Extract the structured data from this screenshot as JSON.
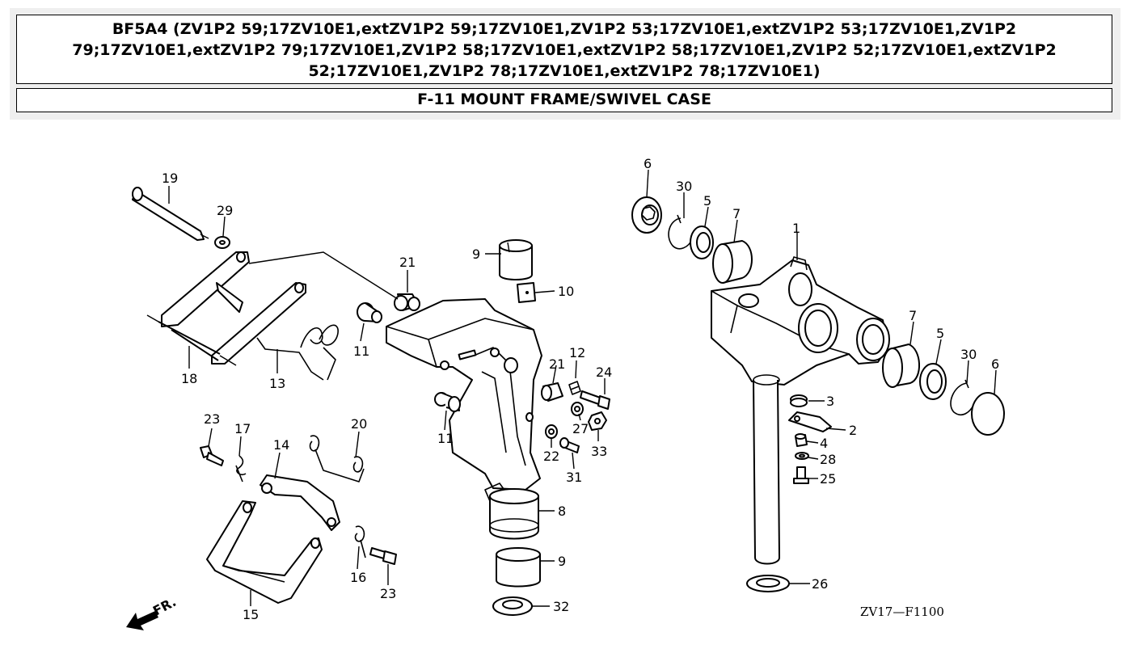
{
  "header": {
    "title": "BF5A4 (ZV1P2 59;17ZV10E1,extZV1P2 59;17ZV10E1,ZV1P2 53;17ZV10E1,extZV1P2 53;17ZV10E1,ZV1P2 79;17ZV10E1,extZV1P2 79;17ZV10E1,ZV1P2 58;17ZV10E1,extZV1P2 58;17ZV10E1,ZV1P2 52;17ZV10E1,extZV1P2 52;17ZV10E1,ZV1P2 78;17ZV10E1,extZV1P2 78;17ZV10E1)",
    "section": "F-11 MOUNT FRAME/SWIVEL CASE"
  },
  "diagram": {
    "code": "ZV17—F1100",
    "front_label": "FR.",
    "callouts": {
      "c19": "19",
      "c29": "29",
      "c18": "18",
      "c13": "13",
      "c11a": "11",
      "c21a": "21",
      "c9a": "9",
      "c10": "10",
      "c21b": "21",
      "c12": "12",
      "c24": "24",
      "c27": "27",
      "c33": "33",
      "c22": "22",
      "c31": "31",
      "c11b": "11",
      "c8": "8",
      "c9b": "9",
      "c32": "32",
      "c23a": "23",
      "c17": "17",
      "c14": "14",
      "c20": "20",
      "c16": "16",
      "c23b": "23",
      "c15": "15",
      "c6a": "6",
      "c30a": "30",
      "c5a": "5",
      "c7a": "7",
      "c1": "1",
      "c7b": "7",
      "c5b": "5",
      "c30b": "30",
      "c6b": "6",
      "c3": "3",
      "c2": "2",
      "c4": "4",
      "c28": "28",
      "c25": "25",
      "c26": "26"
    }
  }
}
